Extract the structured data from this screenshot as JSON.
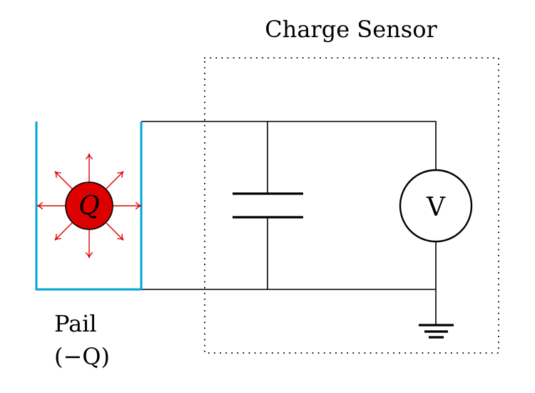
{
  "diagram": {
    "title": "Charge Sensor",
    "charge": {
      "label": "Q",
      "fill_color": "#dd0000",
      "field_line_color": "#dd0000",
      "field_line_count": 8
    },
    "pail": {
      "label_line1": "Pail",
      "label_line2": "(−Q)",
      "color": "#00a6d6"
    },
    "components": {
      "capacitor": "capacitor-symbol",
      "voltmeter": "V",
      "ground": "ground-symbol"
    },
    "sensor_box": "dotted-enclosure"
  }
}
